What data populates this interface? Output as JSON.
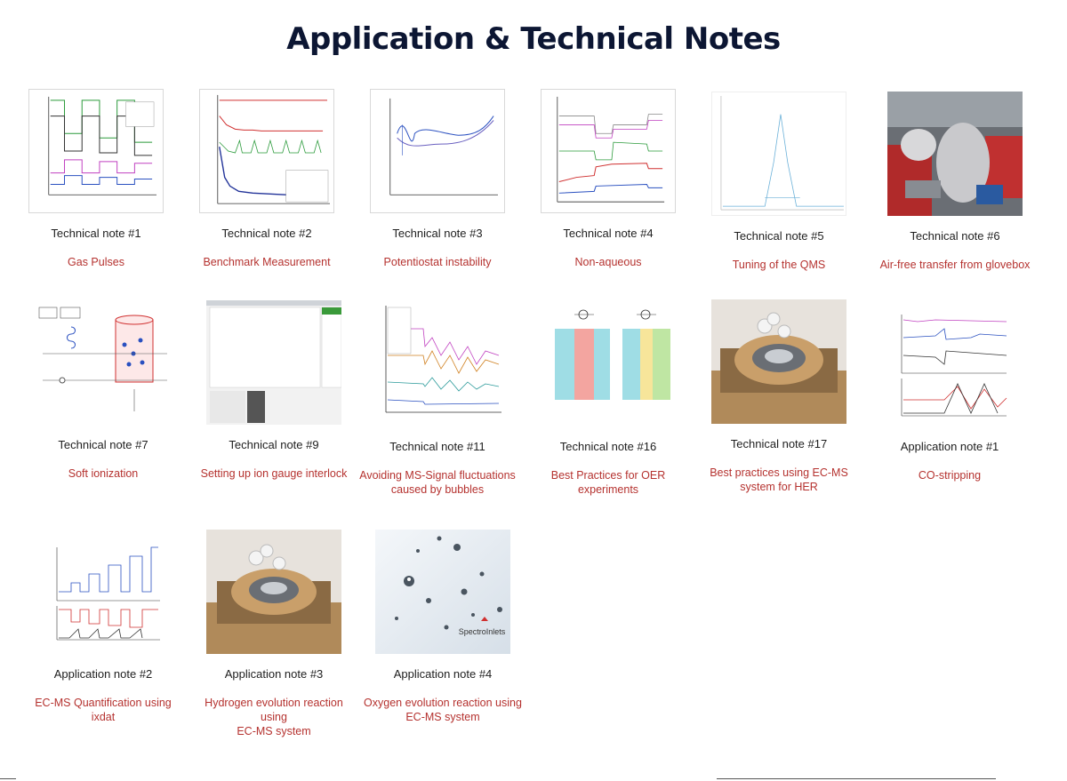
{
  "page": {
    "title": "Application & Technical Notes"
  },
  "colors": {
    "title": "#0c1633",
    "link": "#b5322f",
    "label": "#1e1e1e"
  },
  "notes": [
    {
      "label": "Technical note #1",
      "title": "Gas Pulses",
      "thumb": "ion-current-chart"
    },
    {
      "label": "Technical note #2",
      "title": "Benchmark Measurement",
      "thumb": "ion-current-chart"
    },
    {
      "label": "Technical note #3",
      "title": "Potentiostat instability",
      "thumb": "cv-chart"
    },
    {
      "label": "Technical note #4",
      "title": "Non-aqueous",
      "thumb": "ion-current-chart"
    },
    {
      "label": "Technical note #5",
      "title": "Tuning of the QMS",
      "thumb": "peak-chart"
    },
    {
      "label": "Technical note #6",
      "title": "Air-free transfer from glovebox",
      "thumb": "glovebox-photo"
    },
    {
      "label": "Technical note #7",
      "title": "Soft ionization",
      "thumb": "ionization-diagram"
    },
    {
      "label": "Technical note #9",
      "title": "Setting up ion gauge interlock",
      "thumb": "software-screenshot"
    },
    {
      "label": "Technical note #11",
      "title": "Avoiding MS-Signal fluctuations caused by bubbles",
      "thumb": "signal-chart"
    },
    {
      "label": "Technical note #16",
      "title": "Best Practices for OER experiments",
      "thumb": "cell-diagram"
    },
    {
      "label": "Technical note #17",
      "title": "Best practices using EC-MS system for HER",
      "thumb": "chip-photo"
    },
    {
      "label": "Application note #1",
      "title": "CO-stripping",
      "thumb": "stripping-chart"
    },
    {
      "label": "Application note #2",
      "title": "EC-MS Quantification using ixdat",
      "thumb": "quantification-chart"
    },
    {
      "label": "Application note #3",
      "title": "Hydrogen evolution reaction using\nEC-MS system",
      "thumb": "chip-photo"
    },
    {
      "label": "Application note #4",
      "title": "Oxygen evolution reaction using\nEC-MS system",
      "thumb": "bubbles-photo",
      "logo_text": "SpectroInlets"
    }
  ]
}
